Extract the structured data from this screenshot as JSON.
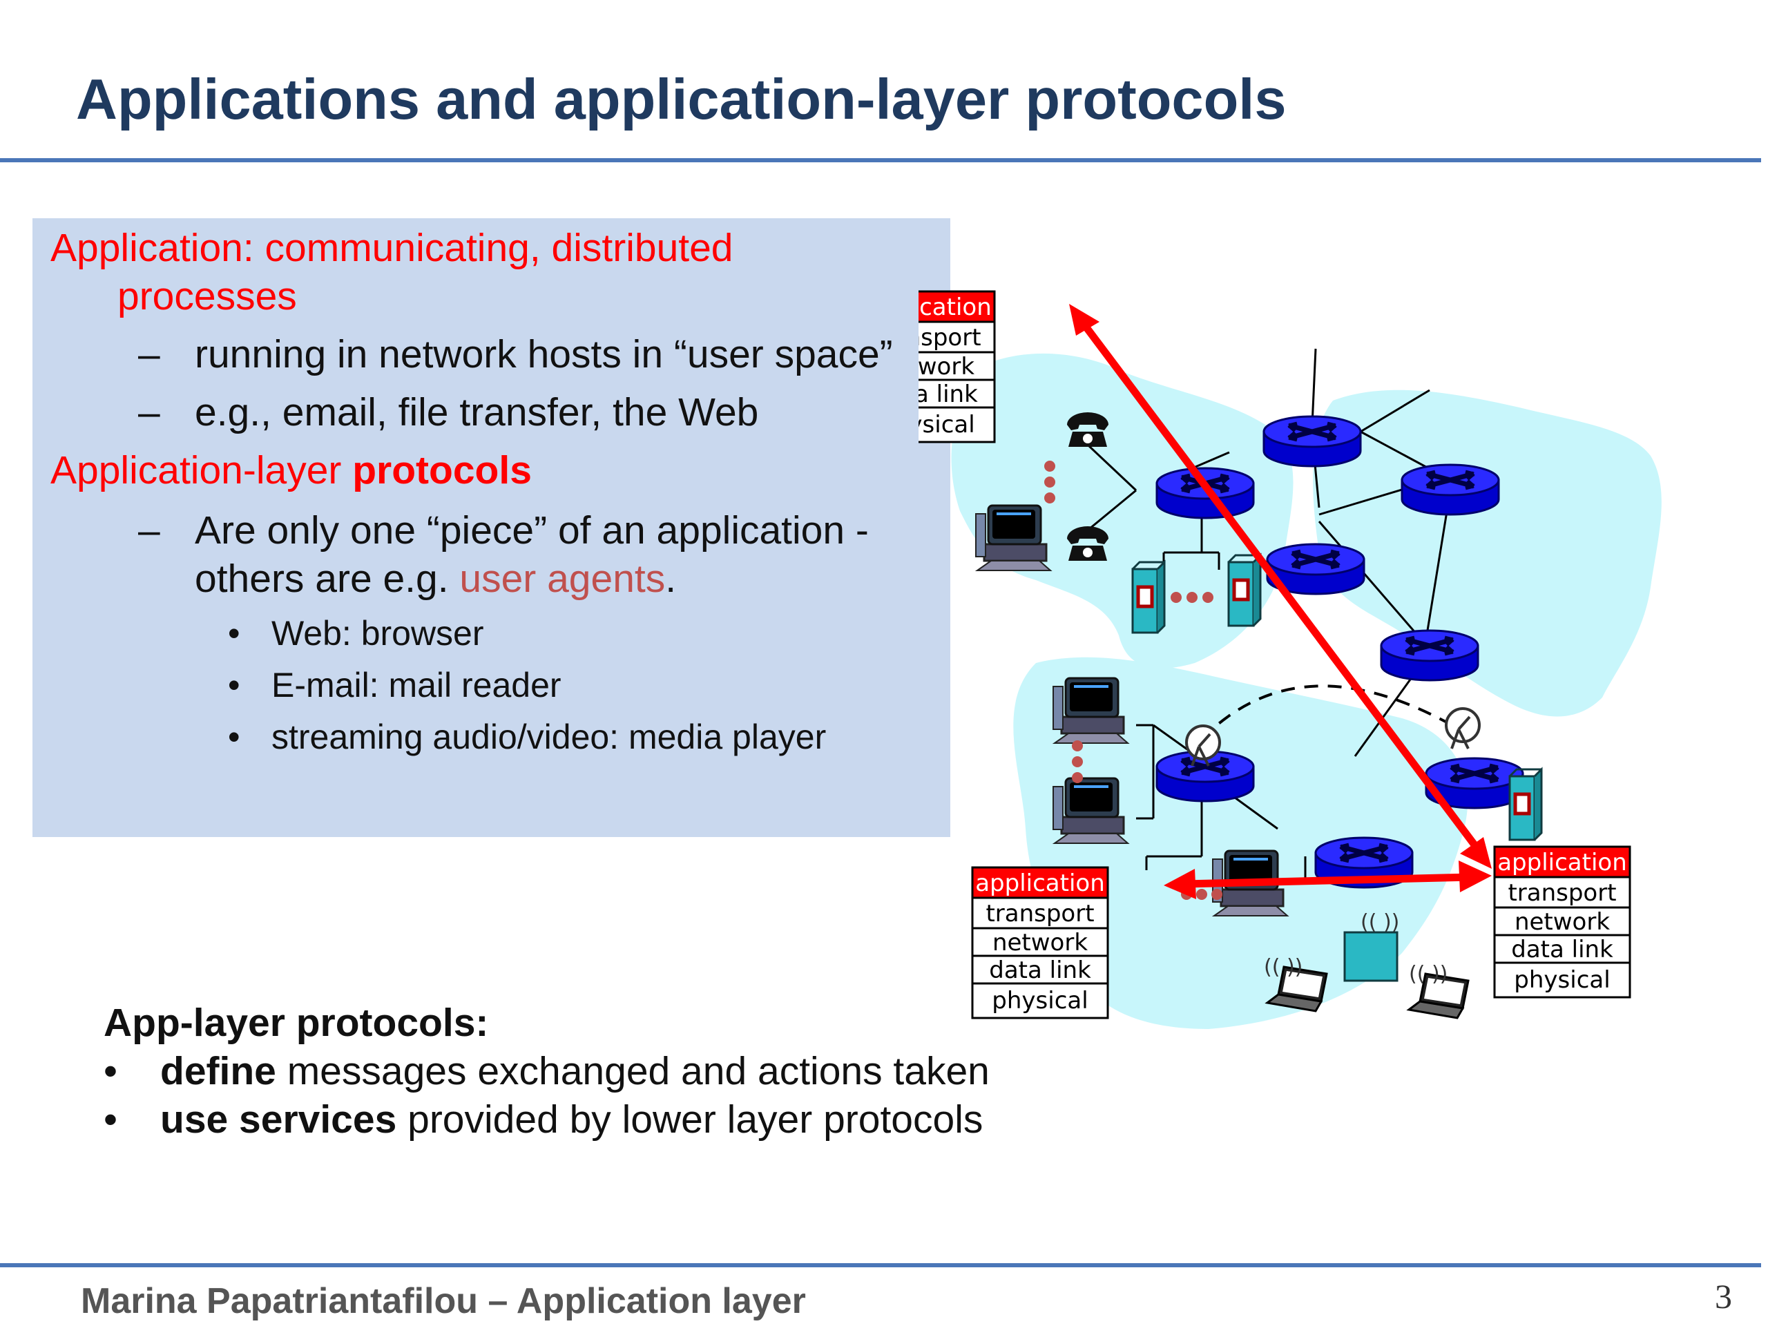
{
  "title": "Applications and application-layer protocols",
  "content": {
    "line1": "Application: communicating, distributed",
    "line1b": "processes",
    "dash": "–",
    "sub1": "running in network hosts in “user space”",
    "sub2": "e.g., email, file transfer, the Web",
    "line2_pre": "Application-layer ",
    "line2_bold": "protocols",
    "sub3a": "Are only one “piece” of an application -",
    "sub3b_pre": "others are e.g. ",
    "sub3b_colored": "user agents",
    "sub3b_post": ".",
    "bullet": "•",
    "item1": "Web: browser",
    "item2": "E-mail: mail reader",
    "item3": "streaming audio/video: media player"
  },
  "summary": {
    "heading": "App-layer protocols:",
    "b1_bold": "define",
    "b1_rest": " messages exchanged and actions taken",
    "b2_bold": "use services",
    "b2_rest": " provided by lower layer protocols"
  },
  "stack": {
    "application": "application",
    "transport": "transport",
    "network": "network",
    "datalink": "data link",
    "physical": "physical"
  },
  "footer": {
    "author": "Marina Papatriantafilou –  Application layer",
    "page": "3"
  },
  "colors": {
    "title": "#1f3a5f",
    "rule": "#4a76b8",
    "box": "#c9d8ee",
    "red": "#ff0000",
    "router": "#1a1aff",
    "cloud": "#c8f6fb"
  }
}
